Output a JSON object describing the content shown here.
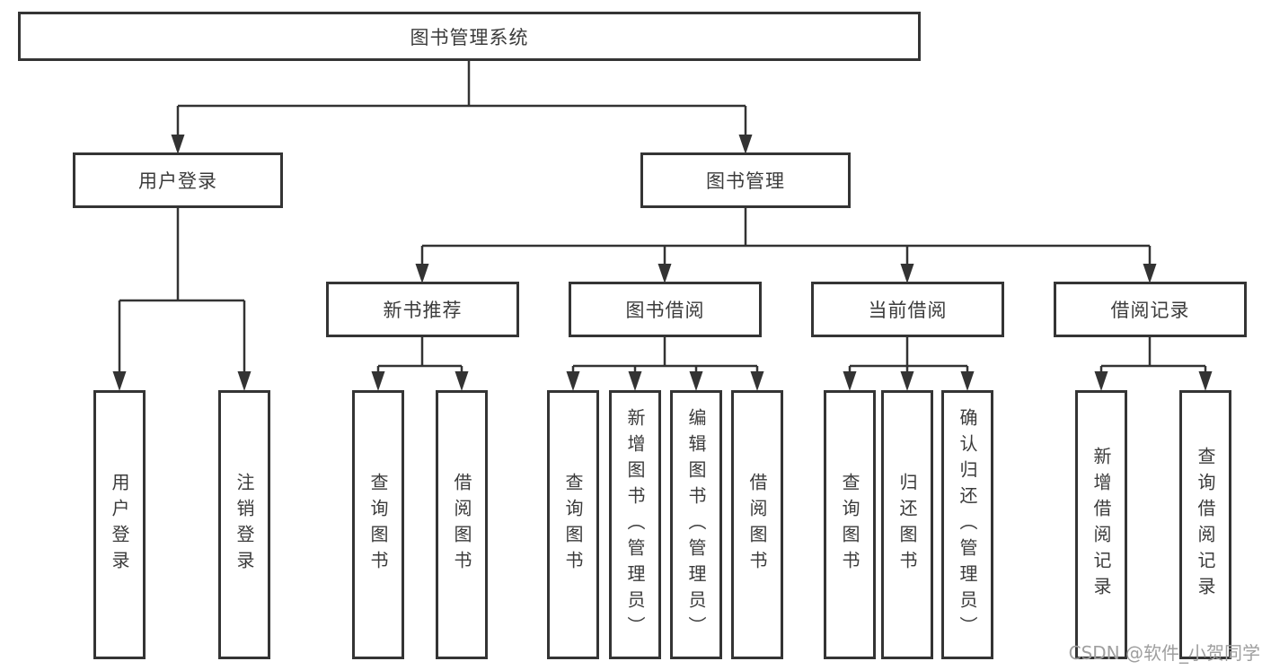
{
  "diagram": {
    "root": {
      "label": "图书管理系统"
    },
    "level2": [
      {
        "id": "user-login",
        "label": "用户登录"
      },
      {
        "id": "book-management",
        "label": "图书管理"
      }
    ],
    "level3": [
      {
        "id": "new-book-recommend",
        "label": "新书推荐",
        "parent": "图书管理"
      },
      {
        "id": "book-borrowing",
        "label": "图书借阅",
        "parent": "图书管理"
      },
      {
        "id": "current-borrowing",
        "label": "当前借阅",
        "parent": "图书管理"
      },
      {
        "id": "borrowing-records",
        "label": "借阅记录",
        "parent": "图书管理"
      }
    ],
    "leaves": [
      {
        "label": "用户登录",
        "parent": "用户登录"
      },
      {
        "label": "注销登录",
        "parent": "用户登录"
      },
      {
        "label": "查询图书",
        "parent": "新书推荐"
      },
      {
        "label": "借阅图书",
        "parent": "新书推荐"
      },
      {
        "label": "查询图书",
        "parent": "图书借阅"
      },
      {
        "label": "新增图书（管理员）",
        "parent": "图书借阅"
      },
      {
        "label": "编辑图书（管理员）",
        "parent": "图书借阅"
      },
      {
        "label": "借阅图书",
        "parent": "图书借阅"
      },
      {
        "label": "查询图书",
        "parent": "当前借阅"
      },
      {
        "label": "归还图书",
        "parent": "当前借阅"
      },
      {
        "label": "确认归还（管理员）",
        "parent": "当前借阅"
      },
      {
        "label": "新增借阅记录",
        "parent": "借阅记录"
      },
      {
        "label": "查询借阅记录",
        "parent": "借阅记录"
      }
    ]
  },
  "watermark": "CSDN @软件_小贺同学",
  "colors": {
    "line": "#333333",
    "box_border": "#343434",
    "text": "#3b3b3b",
    "watermark": "#9f9f9f",
    "background": "#ffffff"
  }
}
